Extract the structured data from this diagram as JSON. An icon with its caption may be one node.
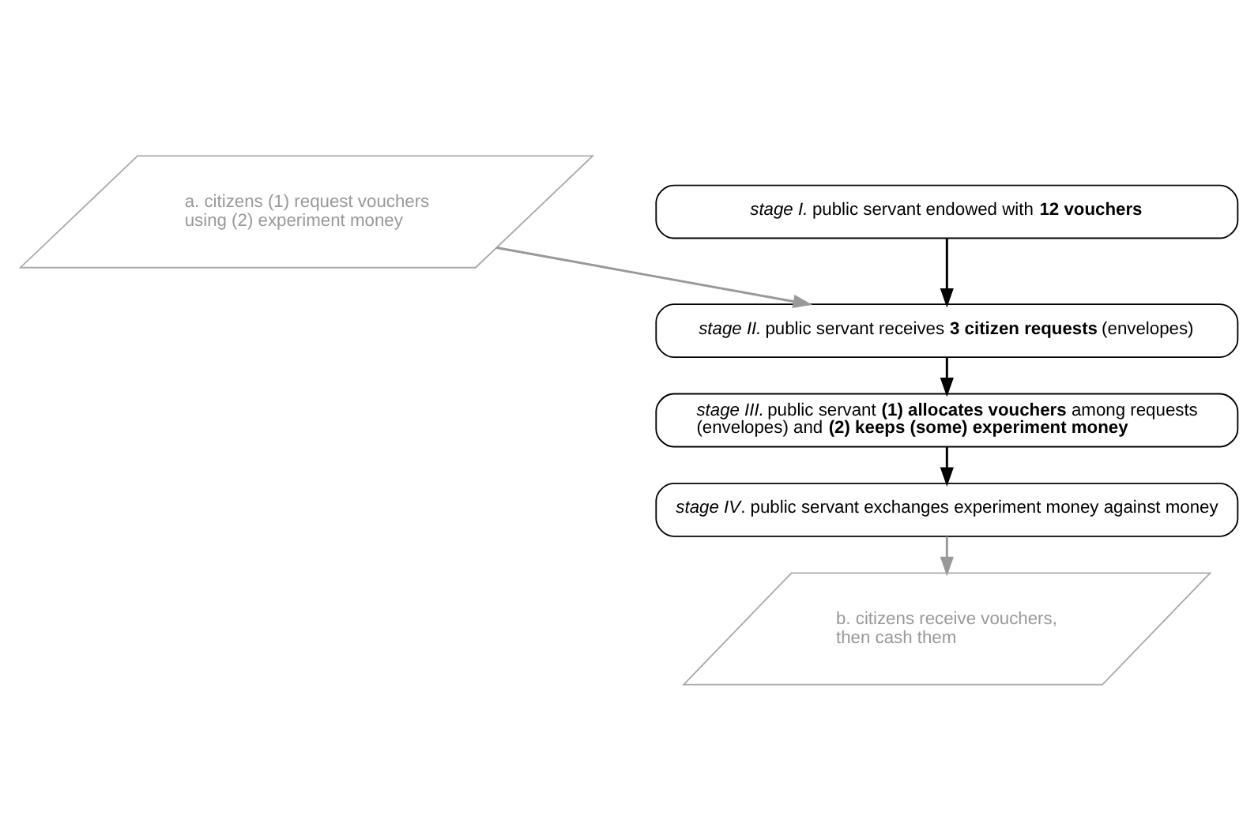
{
  "diagram": {
    "nodes": [
      {
        "text": [
          "a. citizens (1) request vouchers using (2) experiment money"
        ]
      },
      {
        "text": [
          "*stage I.* public servant endowed with **12 vouchers**"
        ]
      },
      {
        "text": [
          "*stage II.* public servant receives **3 citizen requests** (envelopes)"
        ]
      },
      {
        "text": [
          "*stage III.* public servant **(1) allocates vouchers** among requests (envelopes) and **(2) keeps (some) experiment money**"
        ]
      },
      {
        "text": [
          "*stage IV*. public servant exchanges experiment money against money"
        ]
      },
      {
        "text": [
          "b. citizens receive vouchers, then cash them"
        ]
      }
    ],
    "edges": [
      {
        "from": 1,
        "to": 2,
        "arrow": "to"
      },
      {
        "from": 0,
        "to": 2,
        "arrow": "to",
        "color": "#999999"
      },
      {
        "from": 2,
        "to": 3,
        "arrow": "to"
      },
      {
        "from": 3,
        "to": 4,
        "arrow": "to"
      },
      {
        "from": 4,
        "to": 5,
        "arrow": "to",
        "color": "#999999"
      }
    ]
  }
}
